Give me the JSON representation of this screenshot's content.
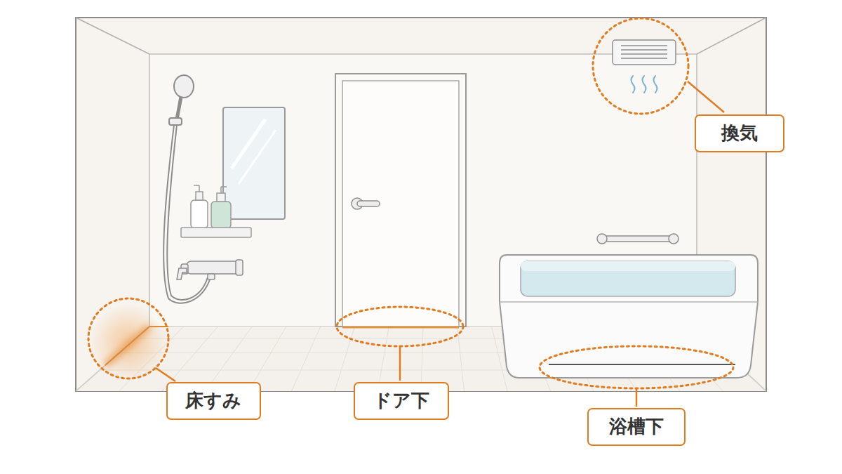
{
  "diagram": {
    "nodes": [
      {
        "text": [
          "換気"
        ]
      },
      {
        "text": [
          "床すみ"
        ]
      },
      {
        "text": [
          "ドア下"
        ]
      },
      {
        "text": [
          "浴槽下"
        ]
      }
    ]
  }
}
